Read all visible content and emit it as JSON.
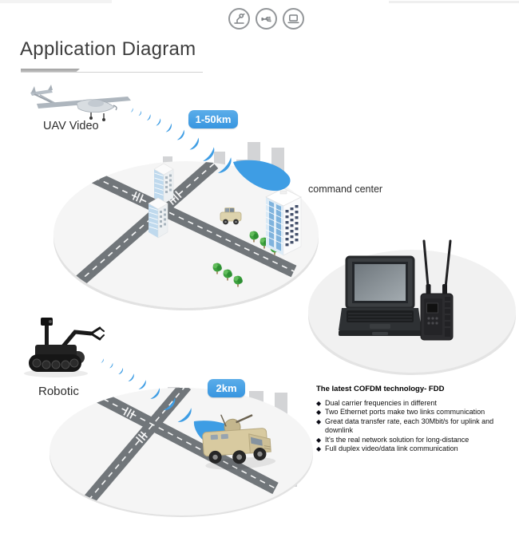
{
  "header": {
    "title": "Application Diagram",
    "icons": [
      {
        "name": "robotic-arm"
      },
      {
        "name": "usb-link"
      },
      {
        "name": "laptop"
      }
    ]
  },
  "scene_uav": {
    "label": "UAV Video",
    "range_badge": "1-50km",
    "target_label": "command center"
  },
  "scene_robot": {
    "label": "Robotic",
    "range_badge": "2km"
  },
  "features": {
    "heading": "The latest COFDM technology- FDD",
    "bullet_char": "◆",
    "items": [
      "Dual carrier frequencies in different",
      "Two Ethernet ports make two links communication",
      "Great data transfer rate, each 30Mbit/s for uplink and downlink",
      "It's the real network solution for long-distance",
      "Full duplex video/data link communication"
    ]
  },
  "colors": {
    "accent_blue": "#3e9de4",
    "island_gray": "#f5f5f5",
    "skyline_gray": "#d3d4d6",
    "road_gray": "#71767a"
  }
}
